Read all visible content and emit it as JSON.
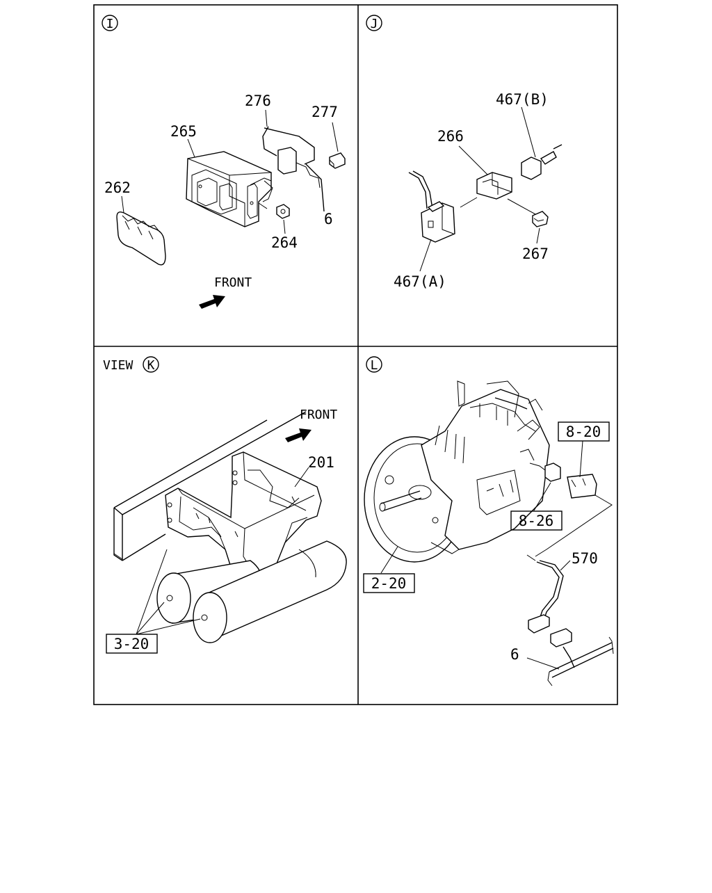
{
  "panels": {
    "I": {
      "marker": "I",
      "callouts": {
        "c262": "262",
        "c265": "265",
        "c276": "276",
        "c277": "277",
        "c6": "6",
        "c264": "264"
      },
      "front": "FRONT"
    },
    "J": {
      "marker": "J",
      "callouts": {
        "c467b": "467(B)",
        "c266": "266",
        "c267": "267",
        "c467a": "467(A)"
      }
    },
    "K": {
      "view_word": "VIEW",
      "marker": "K",
      "front": "FRONT",
      "callouts": {
        "c201": "201"
      },
      "ref_box": "3-20"
    },
    "L": {
      "marker": "L",
      "ref_boxes": {
        "r820": "8-20",
        "r826": "8-26",
        "r220": "2-20"
      },
      "callouts": {
        "c570": "570",
        "c6": "6"
      }
    }
  }
}
